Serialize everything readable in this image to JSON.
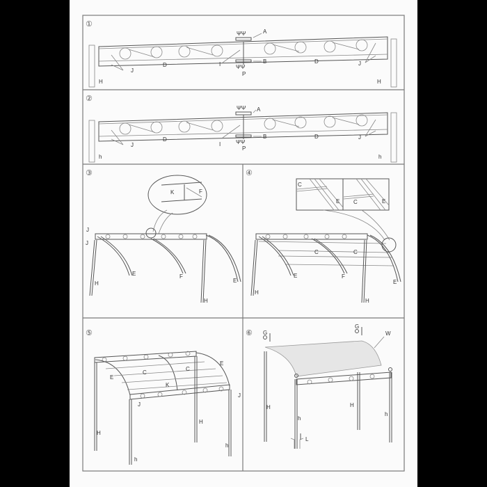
{
  "document": {
    "type": "assembly-instructions",
    "subject": "wall-mounted metal canopy / awning frame"
  },
  "steps": [
    {
      "number": "①",
      "labels": {
        "a": "A",
        "b": "B",
        "i": "I",
        "p": "P",
        "d_left": "D",
        "d_right": "D",
        "j_left": "J",
        "j_right": "J",
        "h_left": "H",
        "h_right": "H"
      }
    },
    {
      "number": "②",
      "labels": {
        "a": "A",
        "b": "B",
        "i": "I",
        "p": "P",
        "d_left": "D",
        "d_right": "D",
        "j_left": "J",
        "j_right": "J",
        "h_left": "h",
        "h_right": "h"
      }
    },
    {
      "number": "③",
      "labels": {
        "j_top": "J",
        "j_bottom": "J",
        "k": "K",
        "f_callout": "F",
        "e_left": "E",
        "f": "F",
        "e_right": "E",
        "h_left": "H",
        "h_right": "H"
      }
    },
    {
      "number": "④",
      "labels": {
        "c_callout_left": "C",
        "e_callout_left": "E",
        "c_callout_right": "C",
        "e_callout_right": "E",
        "c_left": "C",
        "c_right": "C",
        "e_left": "E",
        "f": "F",
        "e_right": "E",
        "h_left": "H",
        "h_right": "H"
      }
    },
    {
      "number": "⑤",
      "labels": {
        "e_left": "E",
        "c_left": "C",
        "c_right": "C",
        "e_right": "E",
        "k": "K",
        "j_left": "J",
        "j_right": "J",
        "h_left": "H",
        "h_mid": "H",
        "h_small_left": "h",
        "h_small_right": "h"
      }
    },
    {
      "number": "⑥",
      "labels": {
        "g_left": "G",
        "g_right": "G",
        "w": "W",
        "h_left": "H",
        "h_mid": "H",
        "h_small_left": "h",
        "h_small_right": "h",
        "l": "L"
      }
    }
  ],
  "colors": {
    "background": "#000000",
    "page": "#fbfbfb",
    "line": "#555555",
    "canopy": "#e6e6e6"
  }
}
